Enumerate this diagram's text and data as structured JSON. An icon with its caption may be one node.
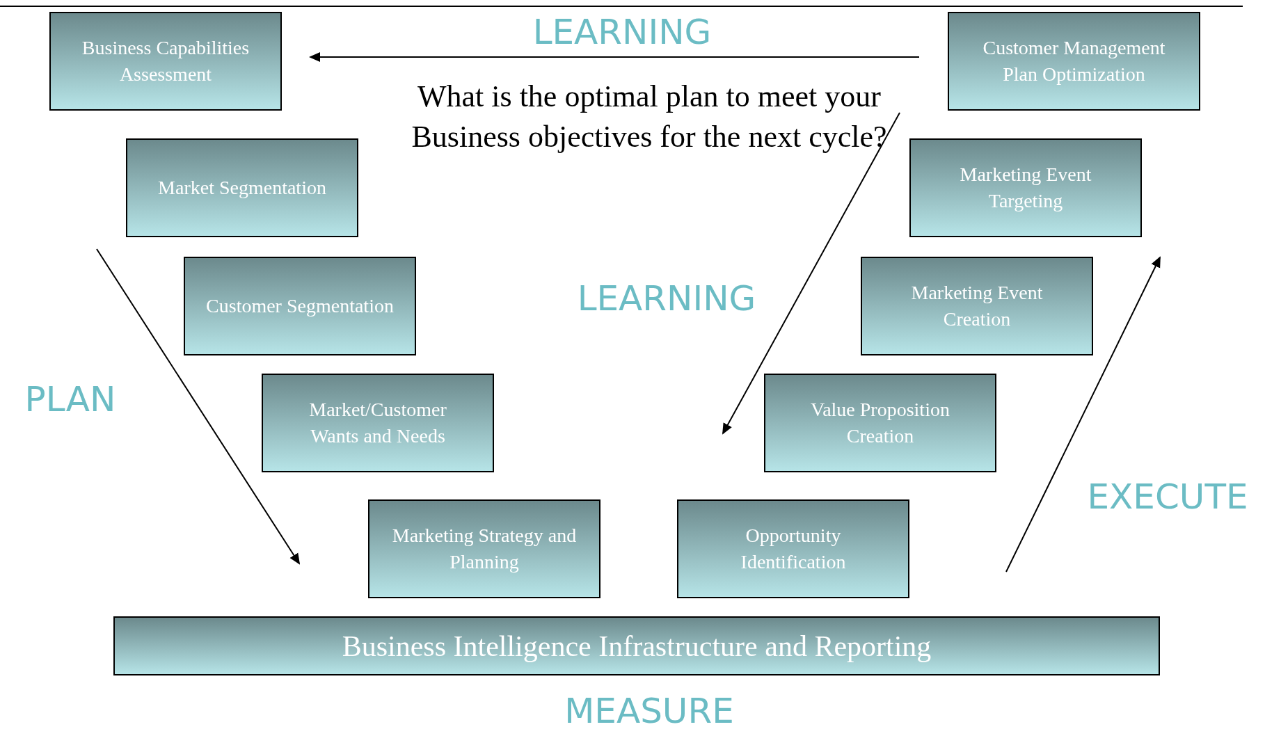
{
  "diagram": {
    "nodes": [
      {
        "text": [
          "Business Capabilities Assessment"
        ]
      },
      {
        "text": [
          "Market Segmentation"
        ]
      },
      {
        "text": [
          "Customer Segmentation"
        ]
      },
      {
        "text": [
          "Market/Customer Wants and Needs"
        ]
      },
      {
        "text": [
          "Marketing Strategy and Planning"
        ]
      },
      {
        "text": [
          "Opportunity Identification"
        ]
      },
      {
        "text": [
          "Value Proposition Creation"
        ]
      },
      {
        "text": [
          "Marketing Event Creation"
        ]
      },
      {
        "text": [
          "Marketing Event Targeting"
        ]
      },
      {
        "text": [
          "Customer Management Plan Optimization"
        ]
      },
      {
        "text": [
          "Business Intelligence Infrastructure and Reporting"
        ]
      }
    ],
    "edges": [],
    "labels": [
      "LEARNING",
      "What is the optimal plan to meet your Business objectives for the next cycle?",
      "LEARNING",
      "PLAN",
      "EXECUTE",
      "MEASURE"
    ]
  }
}
